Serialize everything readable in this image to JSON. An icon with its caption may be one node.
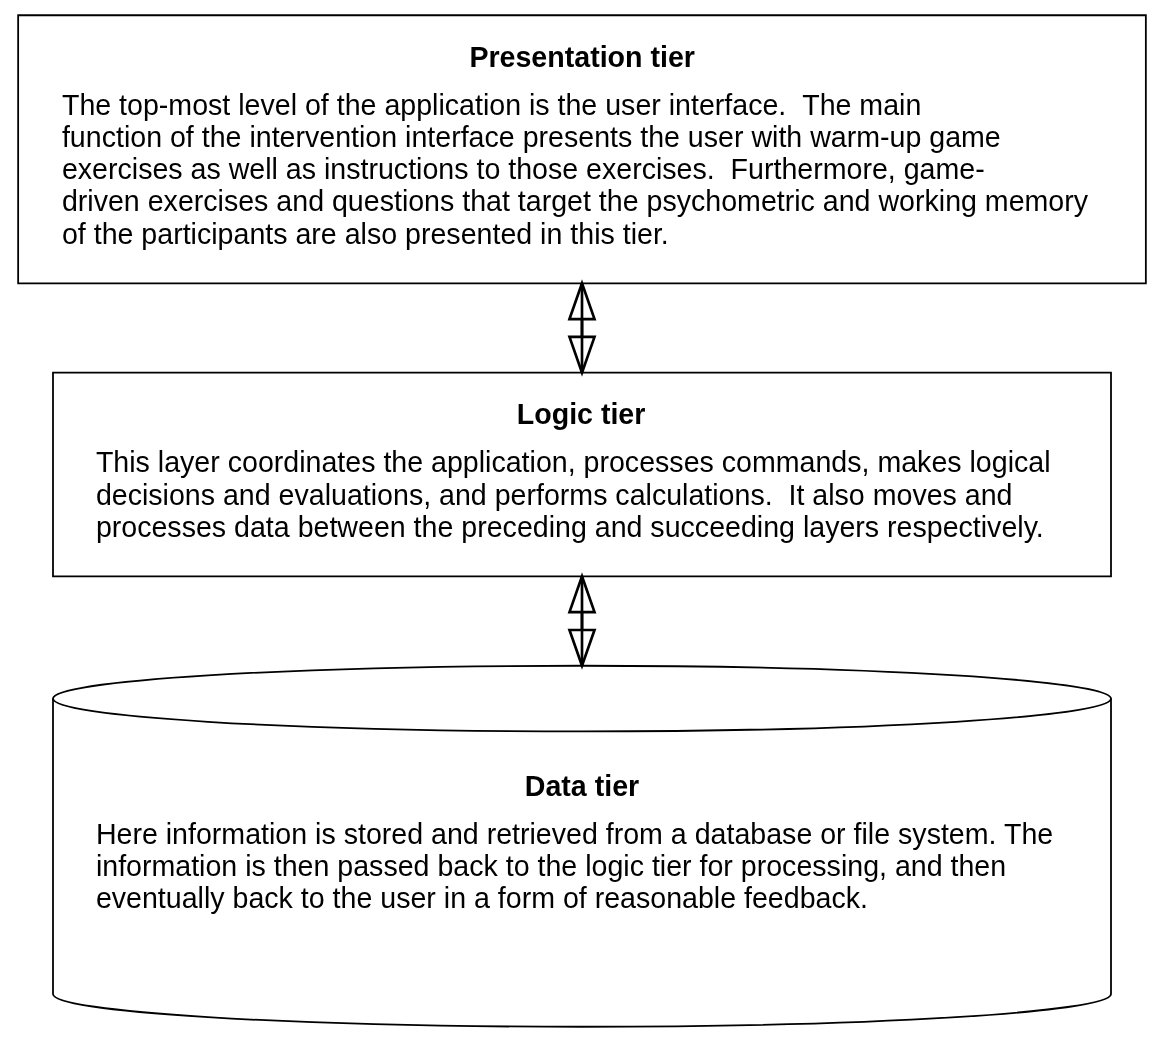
{
  "diagram": {
    "nodes": [
      {
        "text": [
          "Presentation tier",
          "The top-most level of the application is the user interface.  The main function of the intervention interface presents the user with warm-up game exercises as well as instructions to those exercises.  Furthermore, game-driven exercises and questions that target the psychometric and working memory of the participants are also presented in this tier."
        ]
      },
      {
        "text": [
          "Logic tier",
          "This layer coordinates the application, processes commands, makes logical decisions and evaluations, and performs calculations.  It also moves and processes data between the preceding and succeeding layers respectively."
        ]
      },
      {
        "text": [
          "Data tier",
          "Here information is stored and retrieved from a database or file system. The information is then passed back to the logic tier for processing, and then eventually back to the user in a form of reasonable feedback."
        ]
      }
    ],
    "edges": [
      {
        "from": 0,
        "to": 1,
        "arrow": "to"
      },
      {
        "from": 1,
        "to": 0,
        "arrow": "to"
      },
      {
        "from": 1,
        "to": 2,
        "arrow": "to"
      },
      {
        "from": 2,
        "to": 1,
        "arrow": "to"
      }
    ]
  }
}
